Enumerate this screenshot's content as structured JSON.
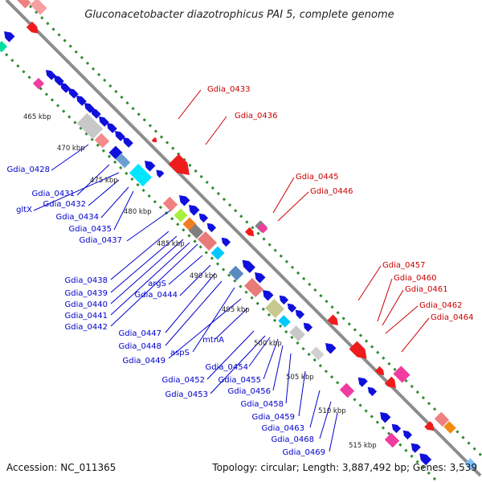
{
  "title": "Gluconacetobacter diazotrophicus PAI 5, complete genome",
  "accession": "Accession: NC_011365",
  "topology": "Topology: circular; Length: 3,887,492 bp; Genes: 3,539",
  "colors": {
    "forward_label": "#cc0000",
    "reverse_label": "#0000cc",
    "backbone": "#8c8c8c",
    "ring_dots": "#2e8b2e",
    "forward_gene": "#ee1c1c",
    "reverse_gene": "#1010dd"
  },
  "ticks": [
    "465 kbp",
    "470 kbp",
    "475 kbp",
    "480 kbp",
    "485 kbp",
    "490 kbp",
    "495 kbp",
    "500 kbp",
    "505 kbp",
    "510 kbp",
    "515 kbp"
  ],
  "forward_labels": [
    "Gdia_0433",
    "Gdia_0436",
    "Gdia_0445",
    "Gdia_0446",
    "Gdia_0457",
    "Gdia_0460",
    "Gdia_0461",
    "Gdia_0462",
    "Gdia_0464"
  ],
  "reverse_labels": [
    "Gdia_0428",
    "Gdia_0431",
    "gltX",
    "Gdia_0432",
    "Gdia_0434",
    "Gdia_0435",
    "Gdia_0437",
    "Gdia_0438",
    "Gdia_0439",
    "Gdia_0440",
    "Gdia_0441",
    "Gdia_0442",
    "argS",
    "Gdia_0444",
    "Gdia_0447",
    "Gdia_0448",
    "aspS",
    "mtnA",
    "Gdia_0449",
    "Gdia_0452",
    "Gdia_0453",
    "Gdia_0454",
    "Gdia_0455",
    "Gdia_0456",
    "Gdia_0458",
    "Gdia_0459",
    "Gdia_0463",
    "Gdia_0468",
    "Gdia_0469"
  ]
}
